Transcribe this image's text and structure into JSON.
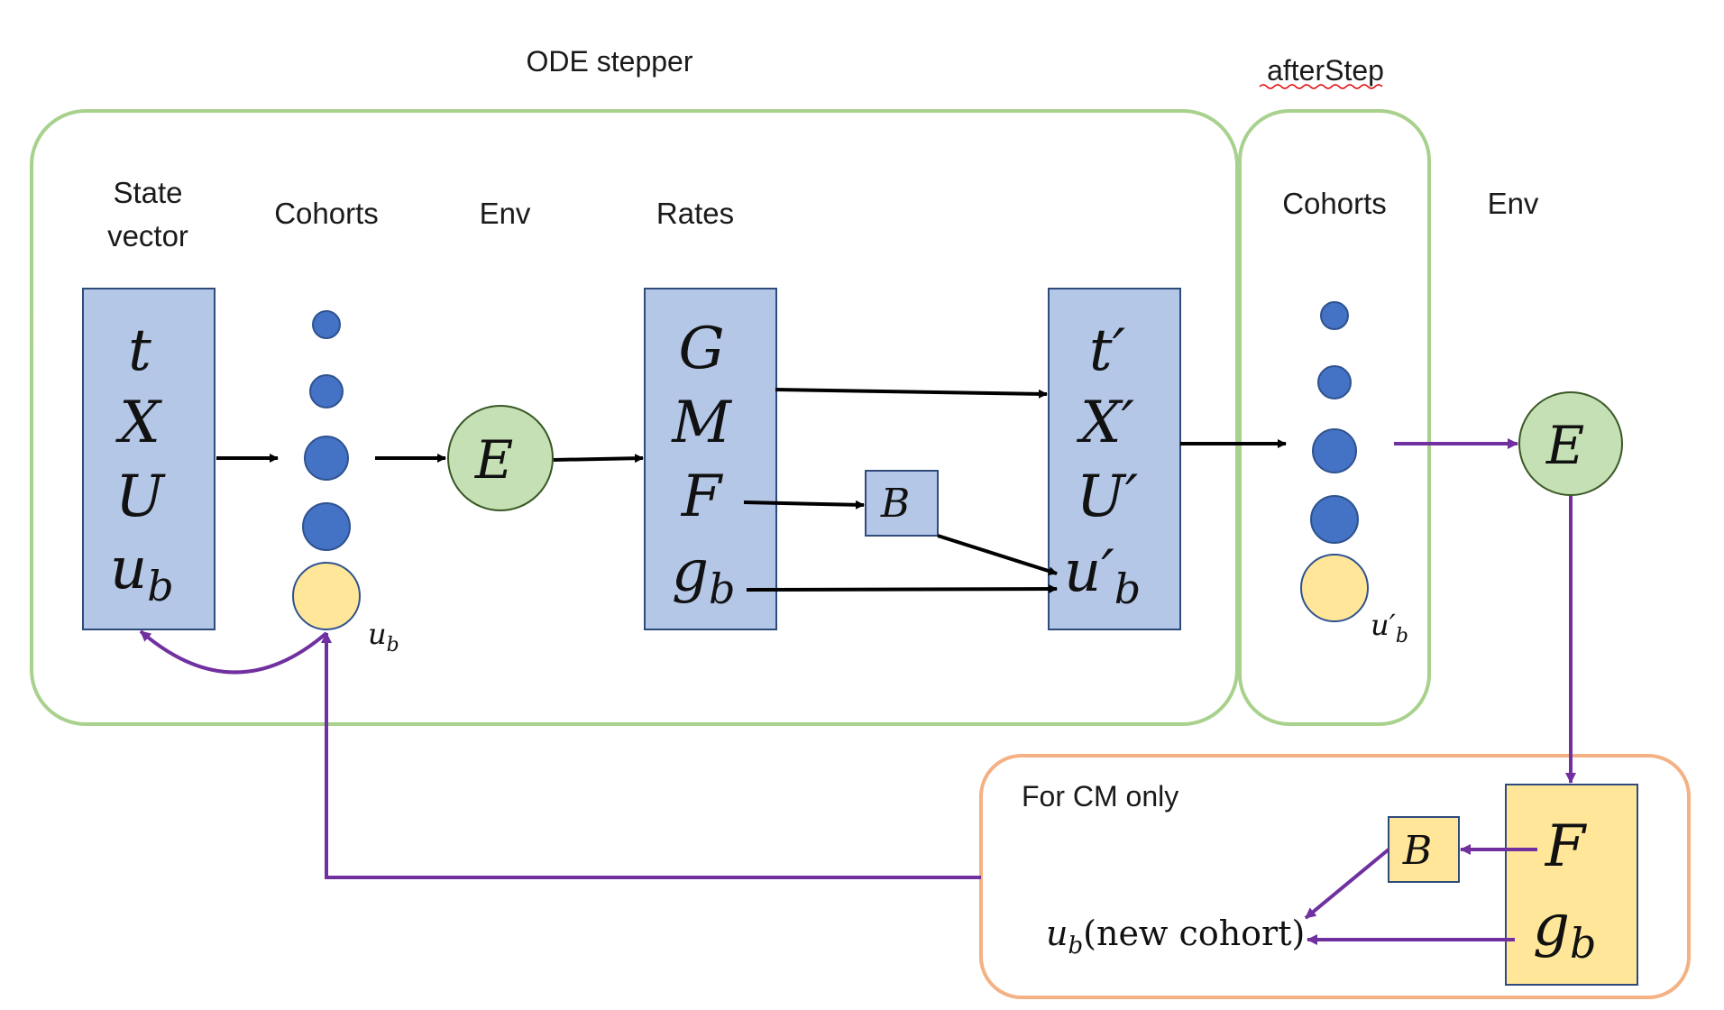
{
  "section_labels": {
    "ode_stepper": "ODE stepper",
    "after_step": "afterStep",
    "cm_only": "For CM only"
  },
  "column_headers": {
    "state_vector_line1": "State",
    "state_vector_line2": "vector",
    "cohorts": "Cohorts",
    "env": "Env",
    "rates": "Rates",
    "cohorts_after": "Cohorts",
    "env_after": "Env"
  },
  "state_vector": [
    "t",
    "X",
    "U",
    "u",
    "b"
  ],
  "state_vector_symbols": {
    "t": "t",
    "X": "X",
    "U": "U",
    "u": "u",
    "b_sub": "b"
  },
  "rates": {
    "G": "G",
    "M": "M",
    "F": "F",
    "g": "g",
    "b_sub": "b"
  },
  "new_state": {
    "t": "t′",
    "X": "X′",
    "U": "U′",
    "u": "u′",
    "b_sub": "b"
  },
  "env_symbol": "E",
  "birth_symbol": "B",
  "cohort_label": {
    "u": "u",
    "b_sub": "b"
  },
  "cohort_label_after": {
    "u": "u′",
    "b_sub": "b"
  },
  "cm_panel": {
    "F": "F",
    "g": "g",
    "b_sub": "b",
    "B": "B",
    "new_cohort_u": "u",
    "new_cohort_b_sub": "b",
    "new_cohort_text": "(new cohort)"
  },
  "colors": {
    "panel_blue": "#b4c7e7",
    "panel_blue_stroke": "#2f4b7c",
    "cohort_blue": "#4472c4",
    "cohort_yellow": "#ffe699",
    "env_green": "#c5e0b4",
    "env_stroke": "#385723",
    "ode_border": "#a9d18e",
    "cm_border": "#f4b183",
    "purple_arrow": "#7030a0",
    "black_arrow": "#000000"
  }
}
